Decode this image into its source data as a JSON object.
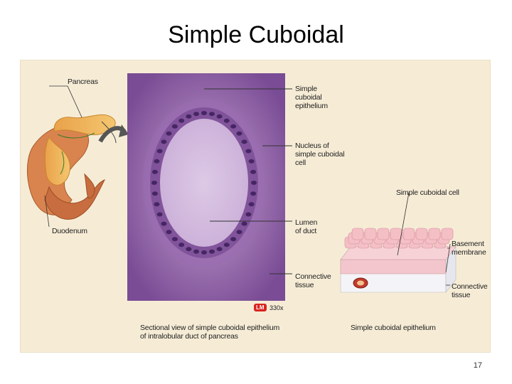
{
  "slide": {
    "title": "Simple Cuboidal",
    "page_number": "17"
  },
  "figure": {
    "labels": {
      "pancreas": "Pancreas",
      "duodenum": "Duodenum",
      "simple_cuboidal_epithelium": [
        "Simple",
        "cuboidal",
        "epithelium"
      ],
      "nucleus": [
        "Nucleus of",
        "simple cuboidal",
        "cell"
      ],
      "lumen": [
        "Lumen",
        "of duct"
      ],
      "connective_tissue_lm": [
        "Connective",
        "tissue"
      ],
      "lm_badge": "LM",
      "magnification": "330x",
      "caption_left": [
        "Sectional view of simple cuboidal epithelium",
        "of intralobular duct of pancreas"
      ],
      "simple_cuboidal_cell": "Simple cuboidal cell",
      "basement_membrane": [
        "Basement",
        "membrane"
      ],
      "connective_tissue_diagram": [
        "Connective",
        "tissue"
      ],
      "caption_right": "Simple cuboidal epithelium"
    }
  }
}
